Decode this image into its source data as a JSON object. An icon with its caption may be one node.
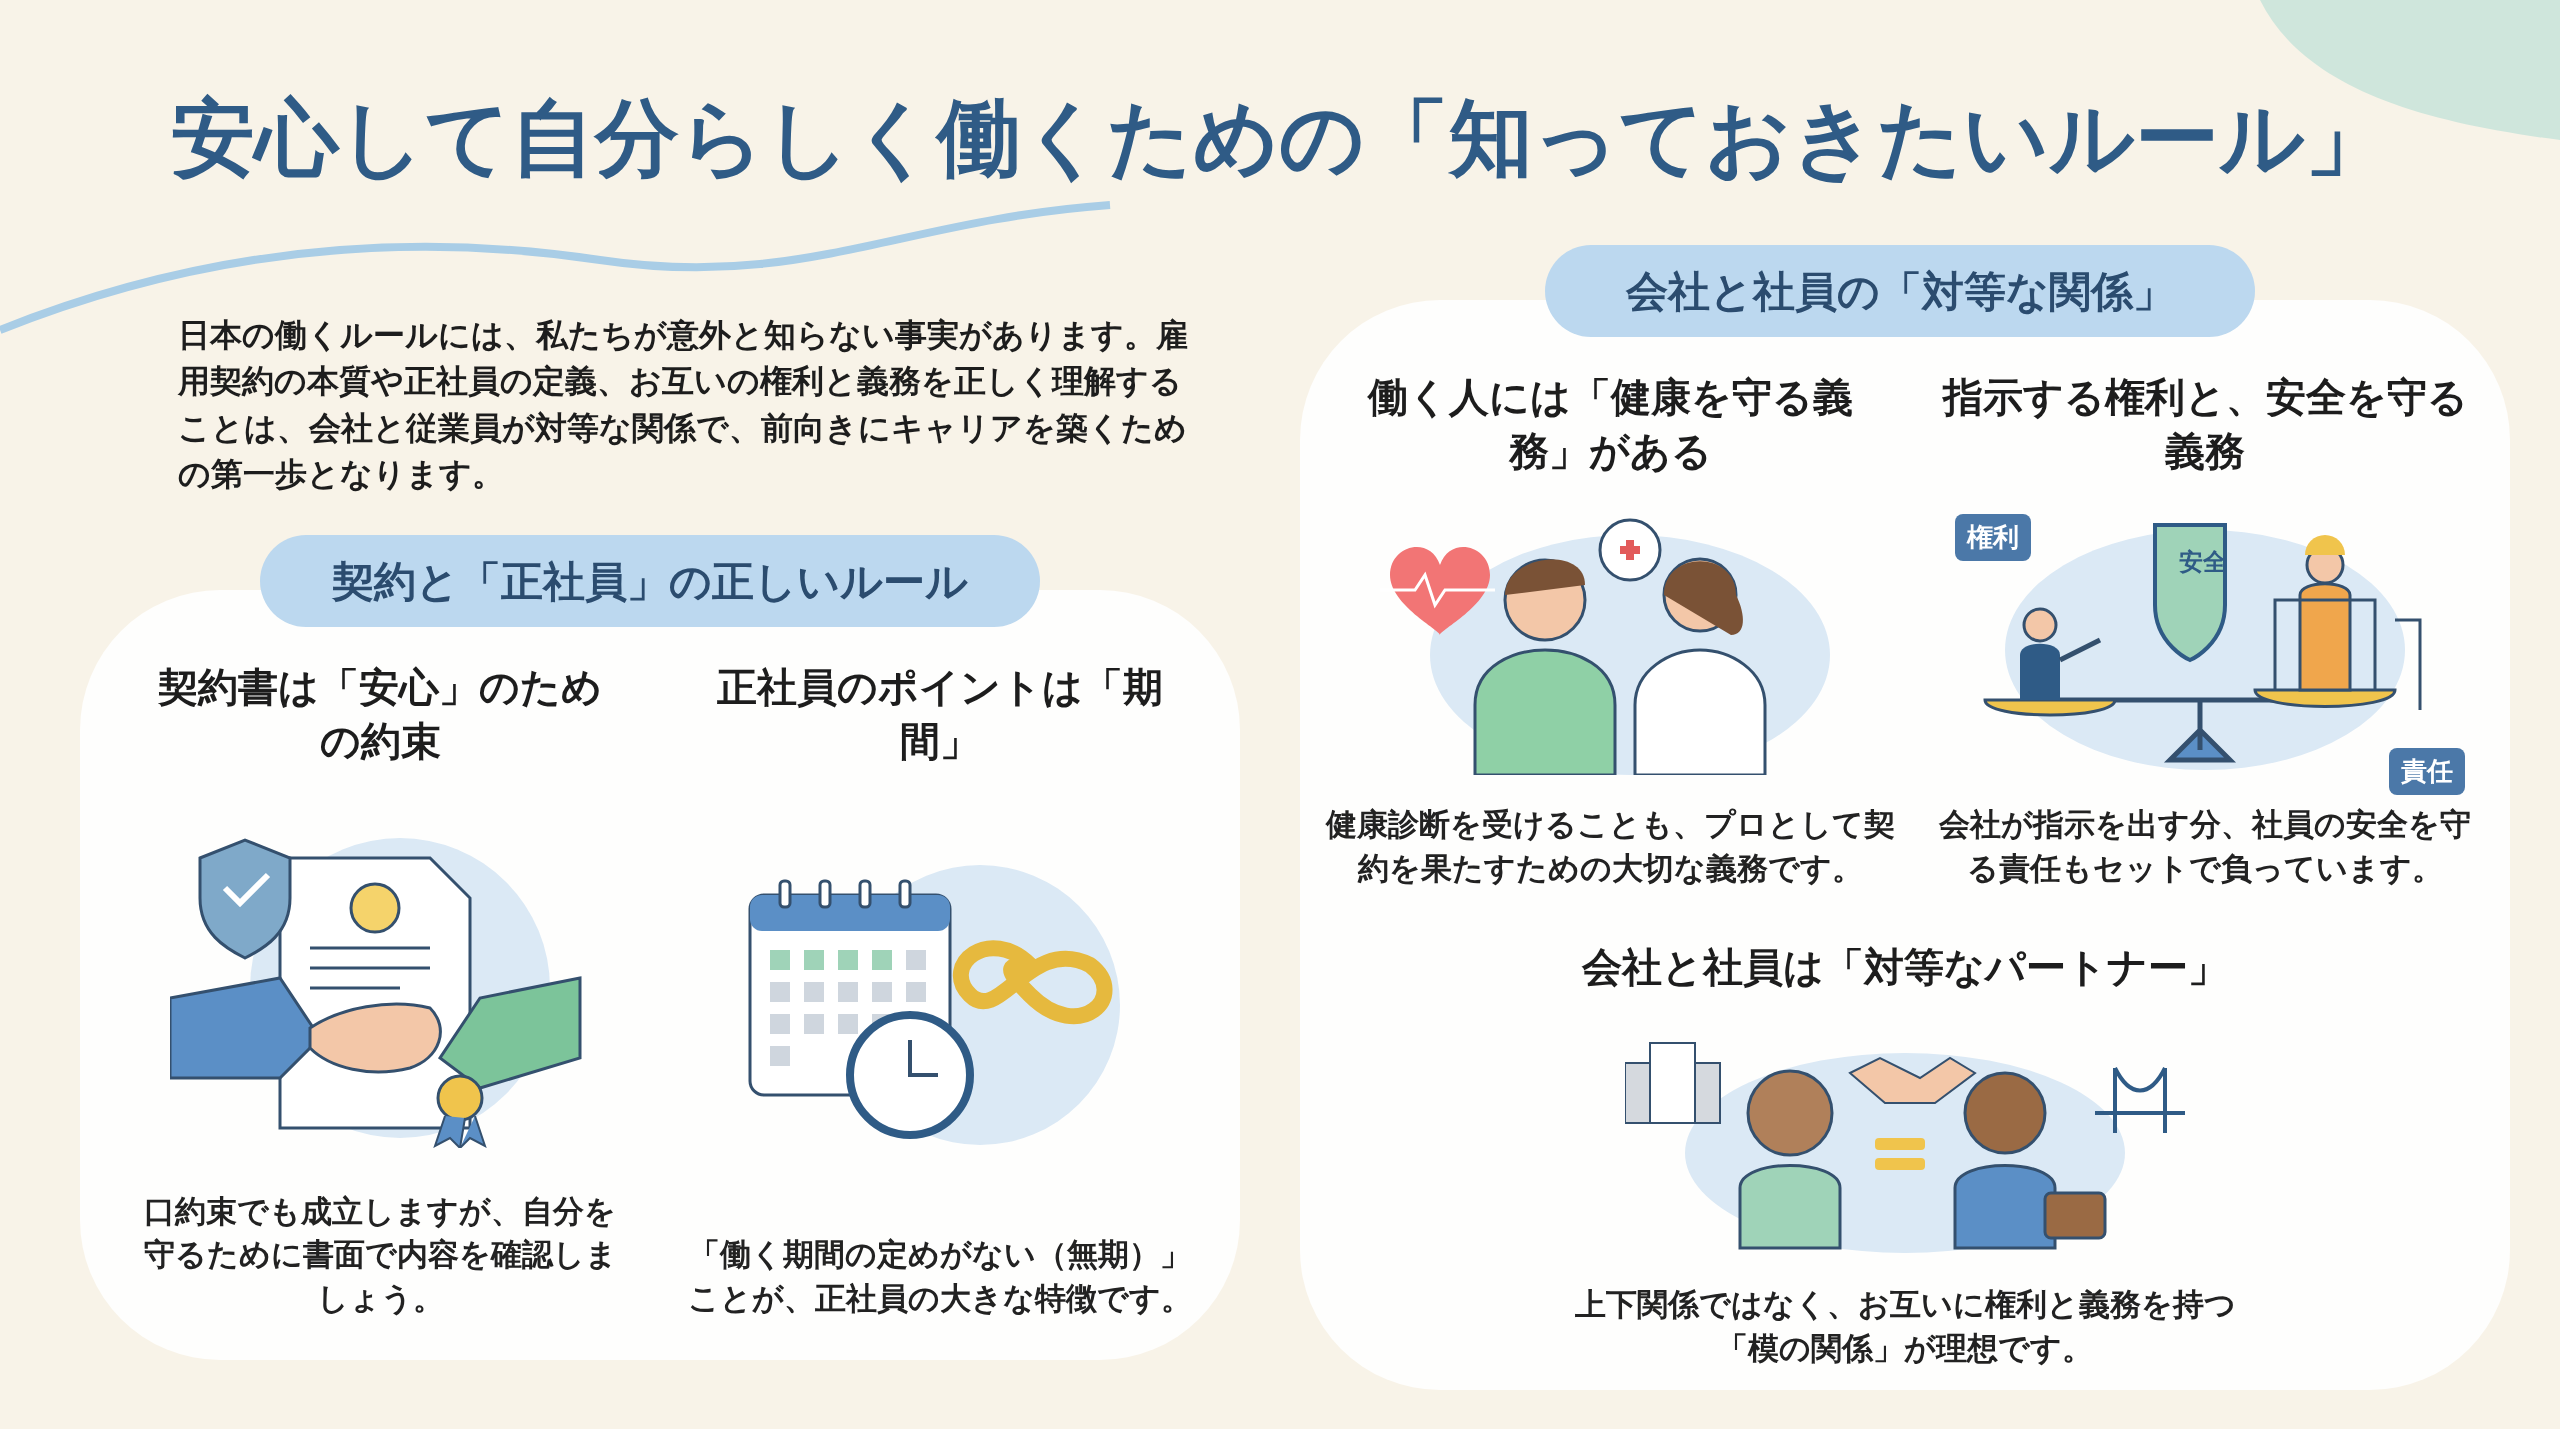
{
  "diagram": {
    "title": "安心して自分らしく働くための「知っておきたいルール」",
    "nodes": [
      {
        "text": [
          "契約と「正社員」の正しいルール"
        ]
      },
      {
        "text": [
          "契約書は「安心」のための約束",
          "口約束でも成立しますが、自分を守るために書面で内容を確認しましょう。"
        ],
        "in": 0
      },
      {
        "text": [
          "正社員のポイントは「期間」",
          "「働く期間の定めがない（無期）」ことが、正社員の大きな特徴です。"
        ],
        "in": 0
      },
      {
        "text": [
          "会社と社員の「対等な関係」"
        ]
      },
      {
        "text": [
          "働く人には「健康を守る義務」がある",
          "健康診断を受けることも、プロとして契約を果たすための大切な義務です。"
        ],
        "in": 3
      },
      {
        "text": [
          "指示する権利と、安全を守る義務",
          "会社が指示を出す分、社員の安全を守る責任もセットで負っています。"
        ],
        "in": 3
      },
      {
        "text": [
          "会社と社員は「対等なパートナー」",
          "上下関係ではなく、お互いに権利と義務を持つ「模の関係」が理想です。"
        ],
        "in": 3
      }
    ],
    "labels": [
      "日本の働くルールには、私たちが意外と知らない事実があります。雇用契約の本質や正社員の定義、お互いの権利と義務を正しく理解することは、会社と従業員が対等な関係で、前向きにキャリアを築くための第一歩となります。",
      "権利",
      "安全",
      "責任"
    ]
  }
}
